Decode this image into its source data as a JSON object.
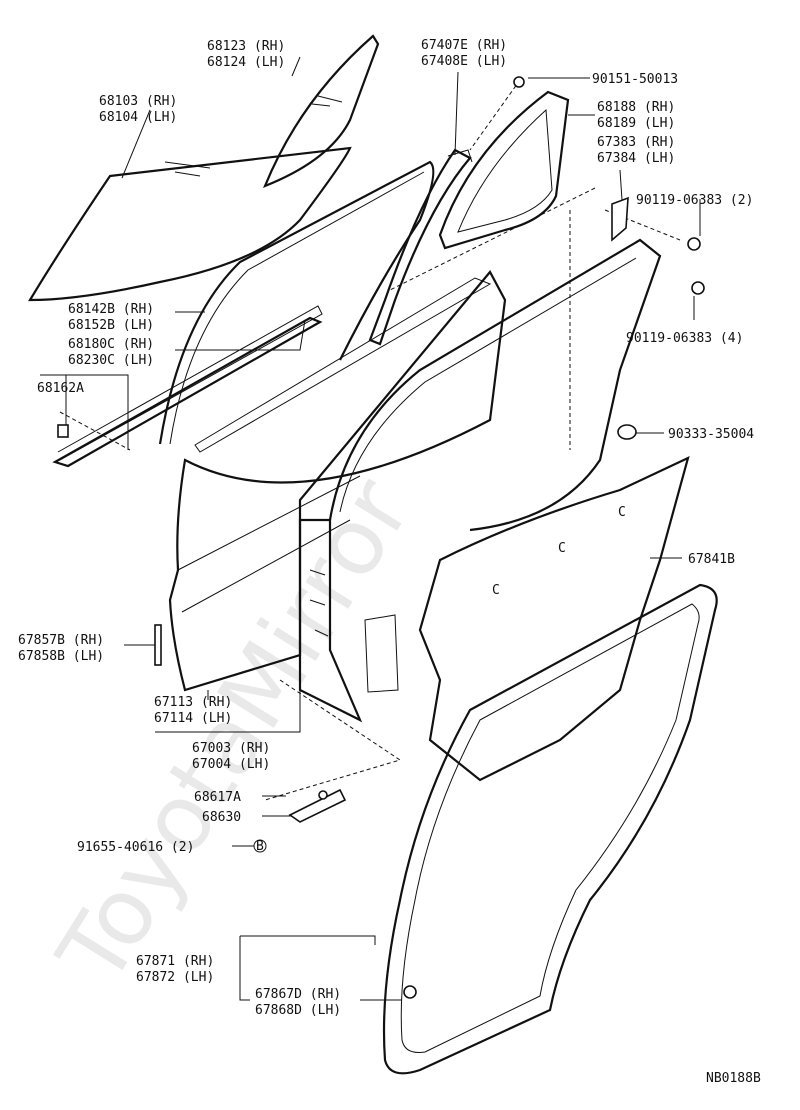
{
  "diagram": {
    "watermark": "ToyotaMirror",
    "code": "NB0188B",
    "labels": [
      [
        "68123 (RH)",
        "68124 (LH)"
      ],
      [
        "68103 (RH)",
        "68104 (LH)"
      ],
      [
        "67407E (RH)",
        "67408E (LH)"
      ],
      [
        "90151-50013"
      ],
      [
        "68188 (RH)",
        "68189 (LH)"
      ],
      [
        "67383 (RH)",
        "67384 (LH)"
      ],
      [
        "90119-06383 (2)"
      ],
      [
        "90119-06383 (4)"
      ],
      [
        "68142B (RH)",
        "68152B (LH)"
      ],
      [
        "68180C (RH)",
        "68230C (LH)"
      ],
      [
        "68162A"
      ],
      [
        "90333-35004"
      ],
      [
        "67841B"
      ],
      [
        "67857B (RH)",
        "67858B (LH)"
      ],
      [
        "67113 (RH)",
        "67114 (LH)"
      ],
      [
        "67003 (RH)",
        "67004 (LH)"
      ],
      [
        "68617A"
      ],
      [
        "68630"
      ],
      [
        "91655-40616 (2)"
      ],
      [
        "67871 (RH)",
        "67872 (LH)"
      ],
      [
        "67867D (RH)",
        "67868D (LH)"
      ]
    ],
    "fastener_mark": "B"
  }
}
